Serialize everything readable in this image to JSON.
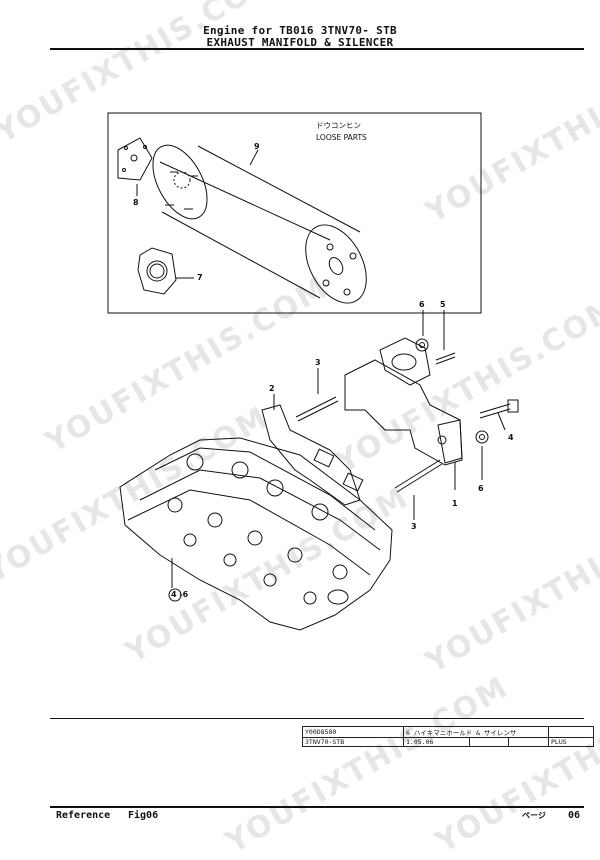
{
  "header": {
    "line1": "Engine for TB016  3TNV70- STB",
    "line2": "EXHAUST MANIFOLD & SILENCER"
  },
  "watermark": "YOUFIXTHIS.COM",
  "inset": {
    "loose_jp": "ドウコンヒン",
    "loose_en": "LOOSE PARTS"
  },
  "callouts": {
    "p9": "9",
    "p8": "8",
    "p7": "7",
    "p6a": "6",
    "p5": "5",
    "p3a": "3",
    "p2": "2",
    "p4": "4",
    "p1": "1",
    "p6b": "6",
    "p3b": "3",
    "p46": "4 -6"
  },
  "title_block": {
    "code": "Y00D8580",
    "desc": "6 ハイキマニホールド & サイレンサ",
    "model": "3TNV70-STB",
    "date": "1.05.06",
    "plus": "PLUS"
  },
  "footer": {
    "reference": "Reference",
    "fig": "Fig06",
    "page_label": "ページ",
    "page": "06"
  }
}
